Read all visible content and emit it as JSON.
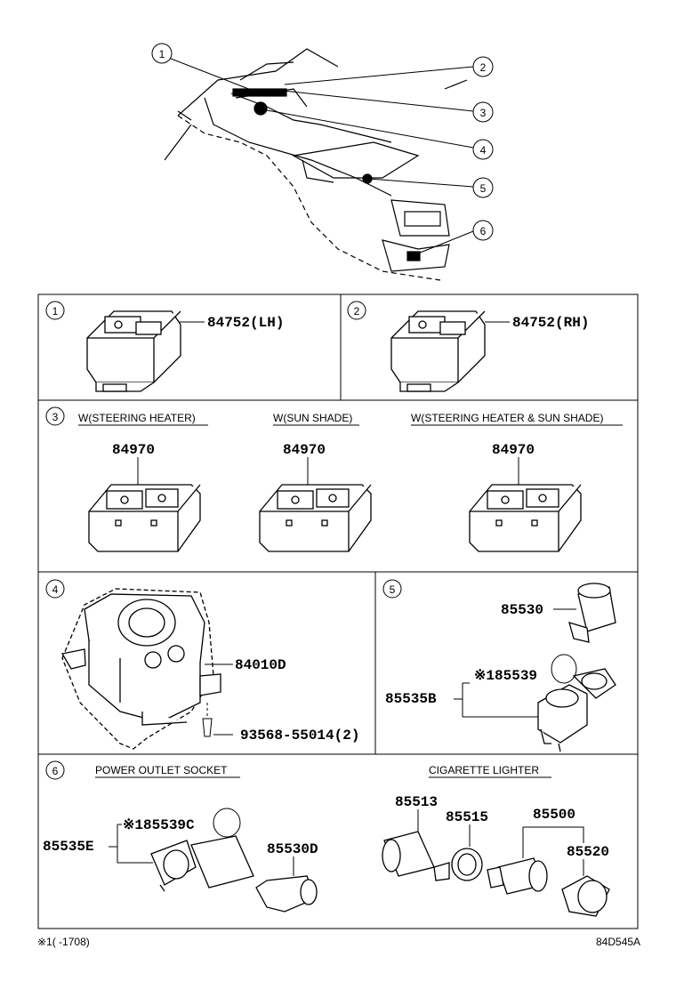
{
  "overview": {
    "callouts": [
      "1",
      "2",
      "3",
      "4",
      "5",
      "6"
    ]
  },
  "panel1": {
    "index": "1",
    "part": "84752(LH)"
  },
  "panel2": {
    "index": "2",
    "part": "84752(RH)"
  },
  "panel3": {
    "index": "3",
    "variants": [
      {
        "label": "W(STEERING HEATER)",
        "part": "84970"
      },
      {
        "label": "W(SUN SHADE)",
        "part": "84970"
      },
      {
        "label": "W(STEERING HEATER & SUN SHADE)",
        "part": "84970"
      }
    ]
  },
  "panel4": {
    "index": "4",
    "part_main": "84010D",
    "part_screw": "93568-55014(2)"
  },
  "panel5": {
    "index": "5",
    "part_lighter": "85530",
    "part_cap": "※185539",
    "part_socket": "85535B"
  },
  "panel6": {
    "index": "6",
    "left_title": "POWER OUTLET SOCKET",
    "right_title": "CIGARETTE LIGHTER",
    "part_cap": "※185539C",
    "part_socket": "85535E",
    "part_plug": "85530D",
    "part_a": "85513",
    "part_b": "85515",
    "part_c": "85500",
    "part_d": "85520"
  },
  "footer": {
    "note": "※1(    -1708)",
    "code": "84D545A"
  },
  "icons": [
    "switch-block-icon",
    "knob-controller-icon",
    "power-socket-icon",
    "lighter-icon"
  ]
}
